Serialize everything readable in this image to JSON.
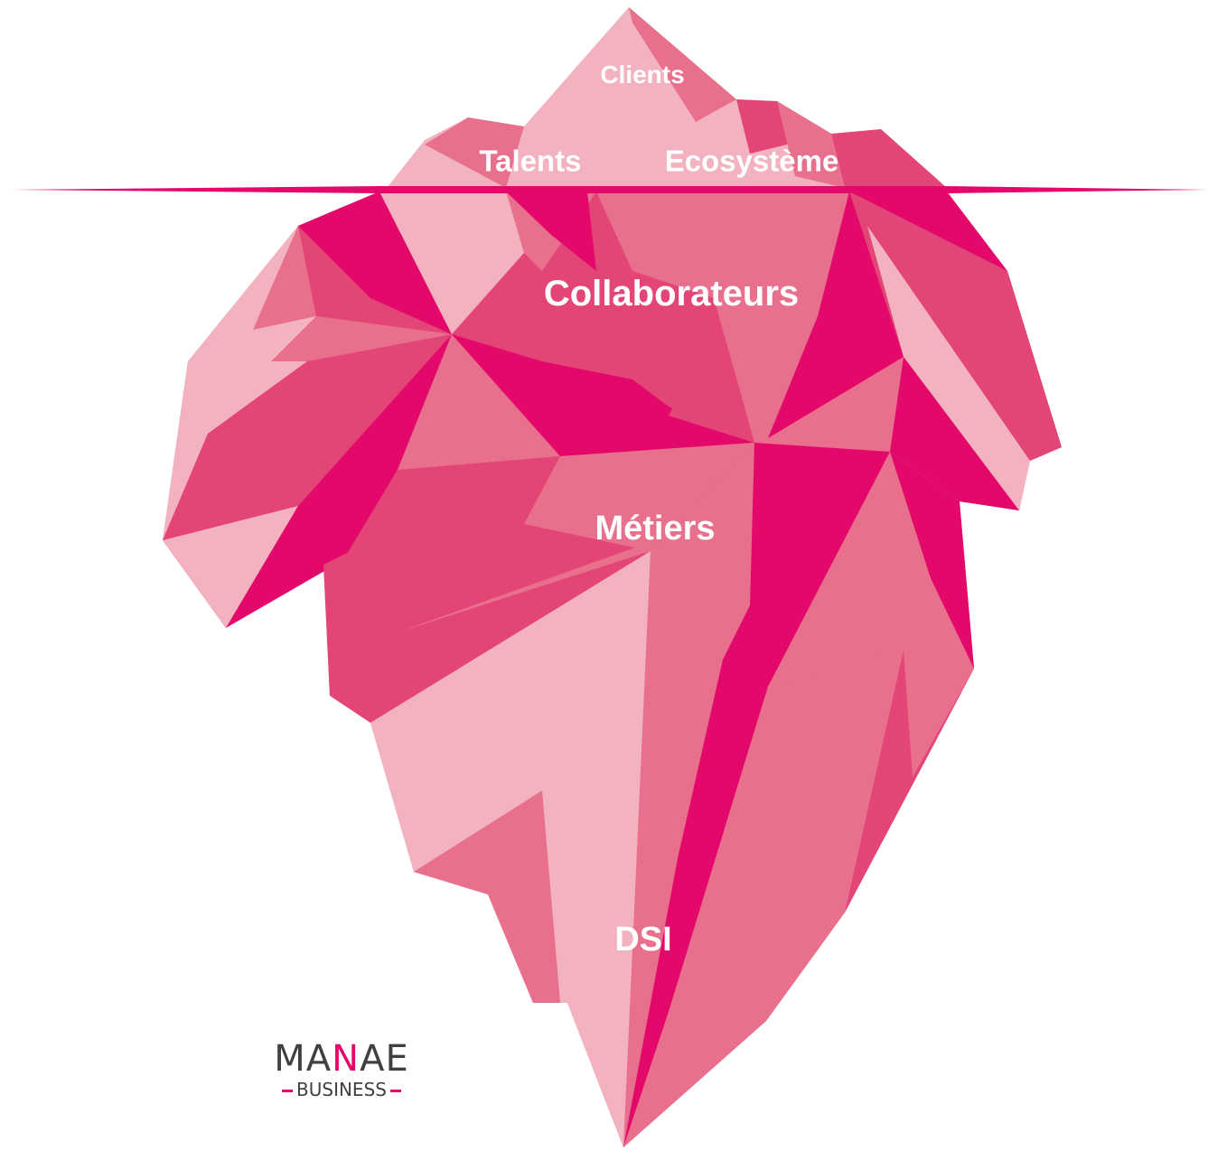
{
  "labels": {
    "clients": "Clients",
    "talents": "Talents",
    "ecosystem": "Ecosystème",
    "collaborators": "Collaborateurs",
    "metiers": "Métiers",
    "dsi": "DSI"
  },
  "logo": {
    "word_part1": "MA",
    "word_accent": "N",
    "word_part2": "AE",
    "subtitle": "BUSINESS"
  },
  "colors": {
    "magenta": "#e3096b",
    "dark_pink": "#e34577",
    "mid_pink": "#e8708c",
    "light_pink": "#f2b2c0",
    "logo_gray": "#404040"
  }
}
